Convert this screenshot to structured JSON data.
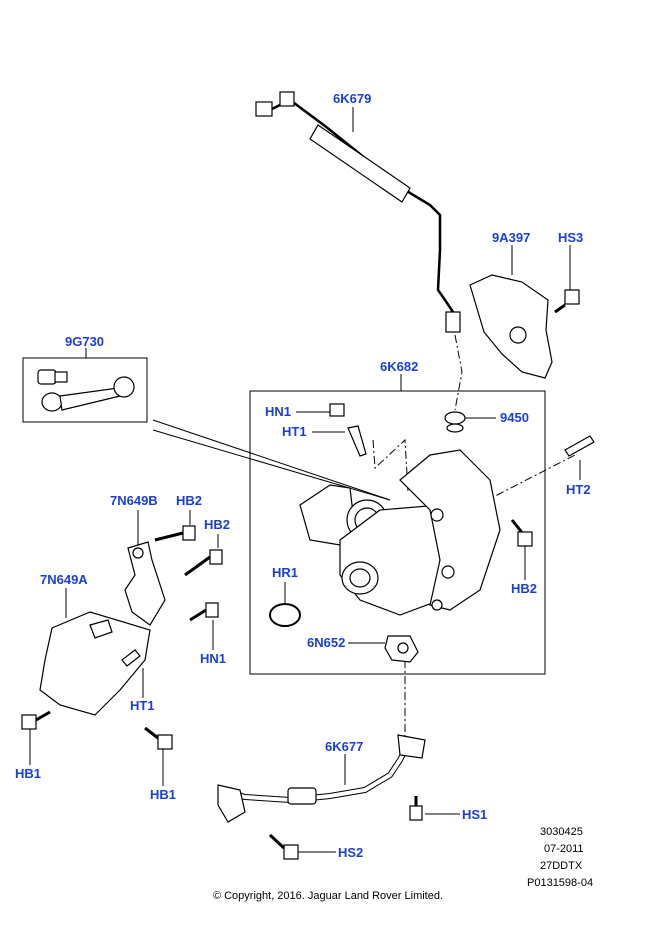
{
  "diagram": {
    "labels": {
      "l_6K679": "6K679",
      "l_9A397": "9A397",
      "l_HS3": "HS3",
      "l_9G730": "9G730",
      "l_6K682": "6K682",
      "l_HN1a": "HN1",
      "l_HT1a": "HT1",
      "l_9450": "9450",
      "l_HT2": "HT2",
      "l_7N649B": "7N649B",
      "l_HB2a": "HB2",
      "l_HB2b": "HB2",
      "l_HR1": "HR1",
      "l_HB2c": "HB2",
      "l_7N649A": "7N649A",
      "l_6N652": "6N652",
      "l_HN1b": "HN1",
      "l_HT1b": "HT1",
      "l_HB1a": "HB1",
      "l_6K677": "6K677",
      "l_HB1b": "HB1",
      "l_HS1": "HS1",
      "l_HS2": "HS2"
    },
    "reference": {
      "code": "3030425",
      "date": "07-2011",
      "model": "27DDTX",
      "page": "P0131598-04"
    },
    "copyright": "© Copyright, 2016. Jaguar Land Rover Limited.",
    "label_color": "#1a3fd6"
  }
}
